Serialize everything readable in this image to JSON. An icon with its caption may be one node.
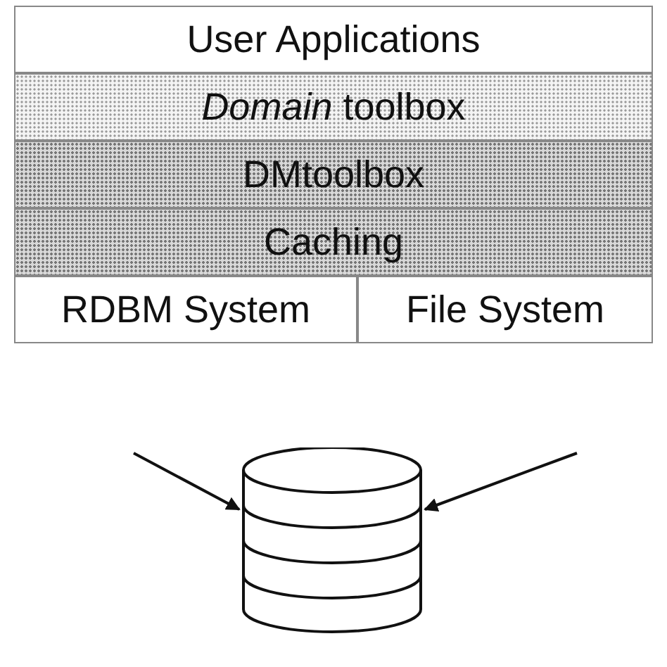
{
  "diagram": {
    "nodes": [
      {
        "text": [
          "User Applications"
        ]
      },
      {
        "text": [
          "*Domain* toolbox"
        ]
      },
      {
        "text": [
          "DMtoolbox"
        ]
      },
      {
        "text": [
          "Caching"
        ]
      },
      {
        "text": [
          "RDBM System"
        ]
      },
      {
        "text": [
          "File System"
        ]
      },
      {
        "text": [],
        "shape": "cylinder"
      }
    ],
    "edges": [
      {
        "from": null,
        "to": 6,
        "arrow": "to"
      },
      {
        "from": null,
        "to": 6,
        "arrow": "to"
      }
    ]
  }
}
